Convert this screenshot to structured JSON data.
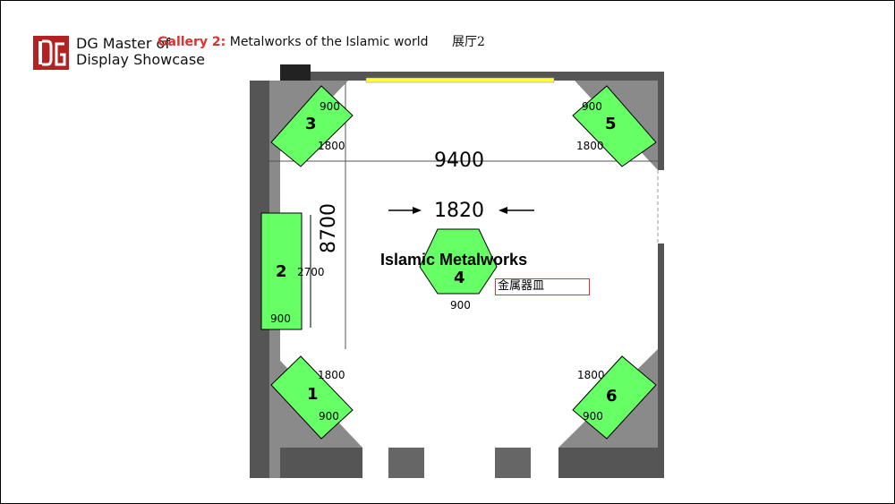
{
  "logo": {
    "mark": "DG",
    "line1": "DG Master of",
    "line2": "Display Showcase"
  },
  "title": {
    "gallery": "Gallery 2:",
    "name": "Metalworks of the Islamic world",
    "cn": "展厅2"
  },
  "plan": {
    "width_label": "9400",
    "height_label": "8700",
    "center_label": "1820",
    "center_title": "Islamic Metalworks",
    "cn_label": "金属器皿",
    "showcases": [
      {
        "num": "1",
        "dim_a": "1800",
        "dim_b": "900"
      },
      {
        "num": "2",
        "dim_a": "2700",
        "dim_b": "900"
      },
      {
        "num": "3",
        "dim_a": "1800",
        "dim_b": "900"
      },
      {
        "num": "4",
        "dim_b": "900"
      },
      {
        "num": "5",
        "dim_a": "1800",
        "dim_b": "900"
      },
      {
        "num": "6",
        "dim_a": "1800",
        "dim_b": "900"
      }
    ]
  },
  "colors": {
    "showcase": "#66ff66",
    "wall": "#555555",
    "wall_light": "#8a8a8a",
    "accent": "#e03030",
    "light_strip": "#ffff33"
  }
}
